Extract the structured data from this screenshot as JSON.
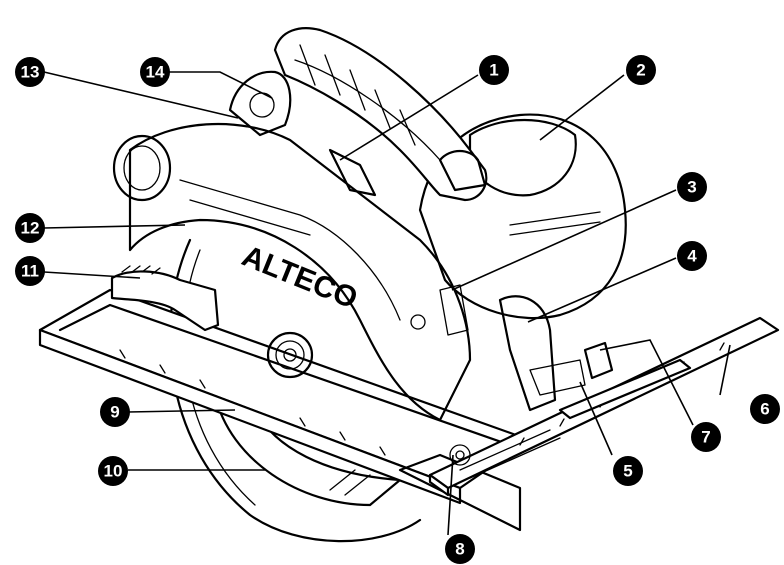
{
  "brand_text": "ALTECO",
  "callouts": [
    "1",
    "2",
    "3",
    "4",
    "5",
    "6",
    "7",
    "8",
    "9",
    "10",
    "11",
    "12",
    "13",
    "14"
  ],
  "colors": {
    "line": "#000000",
    "badge": "#000000",
    "badge_text": "#ffffff",
    "background": "#ffffff"
  }
}
